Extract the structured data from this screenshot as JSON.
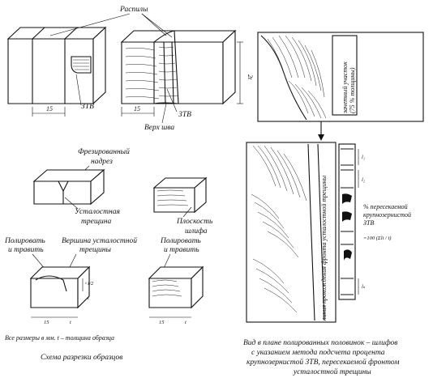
{
  "labels": {
    "cuts": "Распилы",
    "haz_left": "ЗТВ",
    "haz_right": "ЗТВ",
    "dim_15_a": "15",
    "dim_15_b": "15",
    "dim_2t": "2t",
    "weld_top": "Верх шва",
    "milled_notch_1": "Фрезированный",
    "milled_notch_2": "надрез",
    "fatigue_crack_1": "Усталостная",
    "fatigue_crack_2": "трещина",
    "polish_plane_1": "Плоскость",
    "polish_plane_2": "шлифа",
    "polish_etch_l1": "Полировать",
    "polish_etch_l2": "и травить",
    "crack_tip_1": "Вершина усталостной",
    "crack_tip_2": "трещины",
    "polish_etch_r1": "Полировать",
    "polish_etch_r2": "и травить",
    "dim_lt2": "<t/2",
    "dim_t": "t",
    "dim_15_c": "15",
    "dim_t_c": "t",
    "dim_15_d": "15",
    "dim_t_d": "t",
    "sizes_note": "Все размеры в мм. t – толщина образца",
    "left_caption": "Схема разрезки образцов",
    "count_area_1": "зачетный участок",
    "count_area_2": "(75 % толщины)",
    "front_line": "линия прохождения фронта усталостной трещины",
    "pct_1": "% пересекаемой",
    "pct_2": "крупнозернистой",
    "pct_3": "ЗТВ",
    "formula": "=100 (Σli / t)",
    "l1": "l₁",
    "l2": "l₂",
    "ln": "lₙ",
    "right_cap_1": "Вид в плане полированных половинок – шлифов",
    "right_cap_2": "с указанием метода подсчета процента",
    "right_cap_3": "крупнозернистой ЗТВ, пересекаемой фронтом",
    "right_cap_4": "усталостной трещины"
  }
}
